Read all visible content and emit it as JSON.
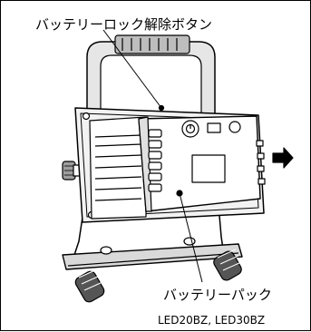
{
  "labels": {
    "battery_lock_release_button": "バッテリーロック解除ボタン",
    "battery_pack": "バッテリーパック",
    "models": "LED20BZ, LED30BZ"
  },
  "colors": {
    "line": "#000000",
    "background": "#ffffff",
    "frame_fill": "#d9d9d9",
    "dark_fill": "#555555"
  }
}
